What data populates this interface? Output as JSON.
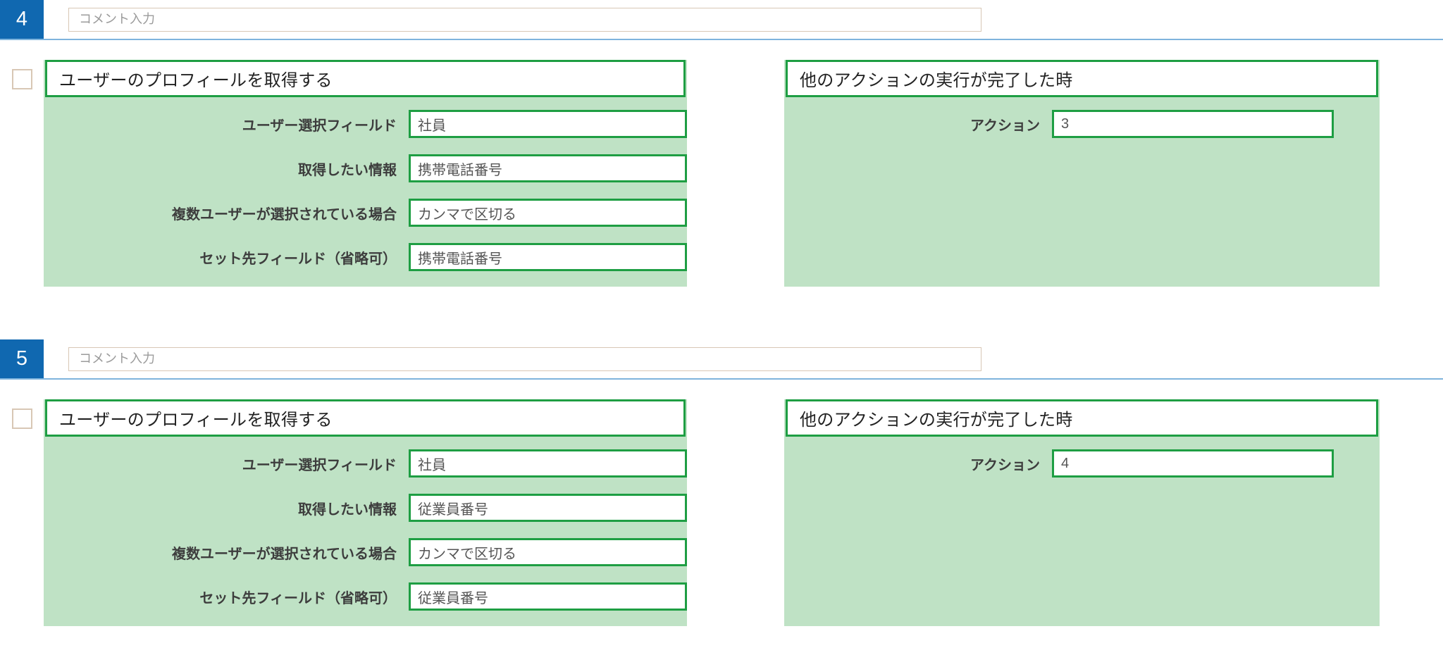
{
  "colors": {
    "badge_blue": "#1068b0",
    "divider_blue": "#7fb4dd",
    "card_green_fill": "#bfe2c5",
    "card_border_green": "#1e9e43",
    "checkbox_border": "#d8c7b5"
  },
  "steps": [
    {
      "number": "4",
      "comment_placeholder": "コメント入力",
      "comment_value": "",
      "checkbox_checked": false,
      "action_card": {
        "title": "ユーザーのプロフィールを取得する",
        "fields": [
          {
            "label": "ユーザー選択フィールド",
            "value": "社員"
          },
          {
            "label": "取得したい情報",
            "value": "携帯電話番号"
          },
          {
            "label": "複数ユーザーが選択されている場合",
            "value": "カンマで区切る"
          },
          {
            "label": "セット先フィールド（省略可）",
            "value": "携帯電話番号"
          }
        ]
      },
      "trigger_card": {
        "title": "他のアクションの実行が完了した時",
        "fields": [
          {
            "label": "アクション",
            "value": "3"
          }
        ]
      }
    },
    {
      "number": "5",
      "comment_placeholder": "コメント入力",
      "comment_value": "",
      "checkbox_checked": false,
      "action_card": {
        "title": "ユーザーのプロフィールを取得する",
        "fields": [
          {
            "label": "ユーザー選択フィールド",
            "value": "社員"
          },
          {
            "label": "取得したい情報",
            "value": "従業員番号"
          },
          {
            "label": "複数ユーザーが選択されている場合",
            "value": "カンマで区切る"
          },
          {
            "label": "セット先フィールド（省略可）",
            "value": "従業員番号"
          }
        ]
      },
      "trigger_card": {
        "title": "他のアクションの実行が完了した時",
        "fields": [
          {
            "label": "アクション",
            "value": "4"
          }
        ]
      }
    }
  ]
}
